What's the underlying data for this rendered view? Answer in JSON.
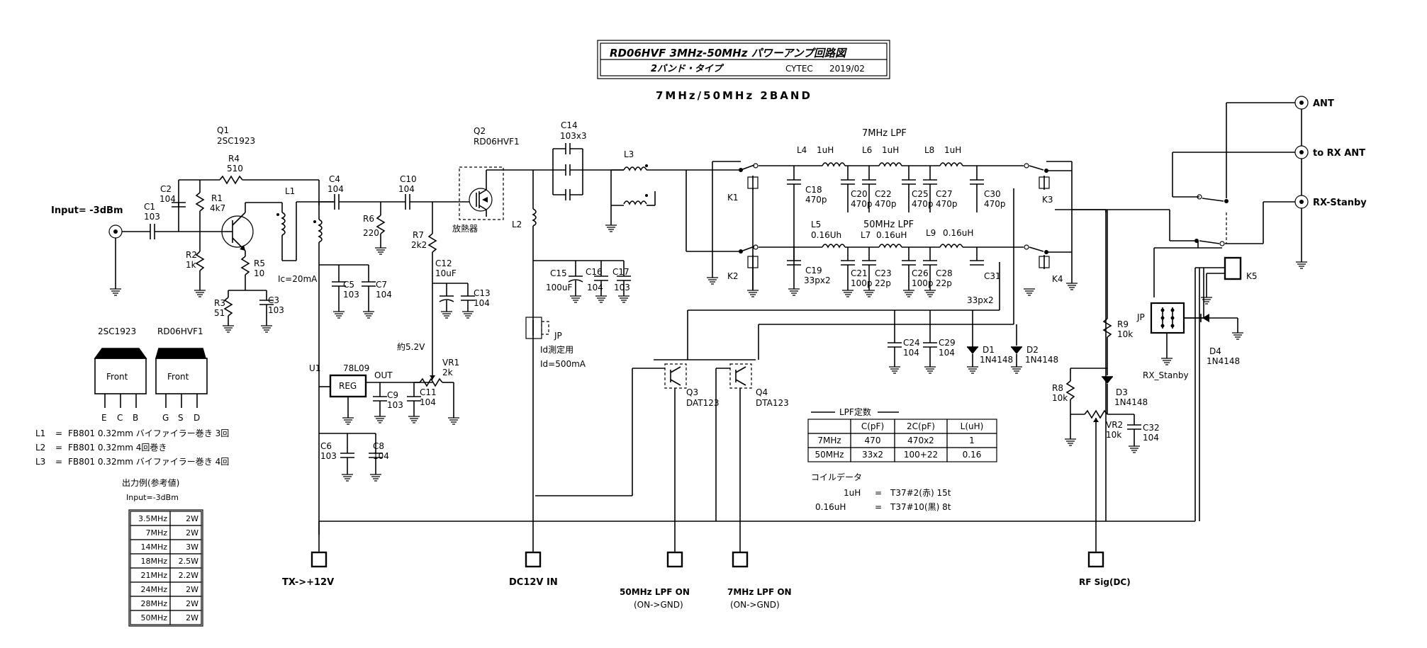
{
  "title_box": {
    "line1": "RD06HVF 3MHz-50MHz パワーアンプ回路図",
    "line2": "2バンド・タイプ",
    "author": "CYTEC",
    "date": "2019/02"
  },
  "subtitle": "7MHz/50MHz 2BAND",
  "input_label": "Input= -3dBm",
  "q1": {
    "ref": "Q1",
    "part": "2SC1923"
  },
  "q2": {
    "ref": "Q2",
    "part": "RD06HVF1",
    "heatsink": "放熱器"
  },
  "q3": {
    "ref": "Q3",
    "part": "DAT123"
  },
  "q4": {
    "ref": "Q4",
    "part": "DTA123"
  },
  "u1": {
    "ref": "U1",
    "part": "78L09",
    "body": "REG",
    "out": "OUT"
  },
  "vr1": {
    "ref": "VR1",
    "value": "2k",
    "volt": "約5.2V"
  },
  "vr2": {
    "ref": "VR2",
    "value": "10k"
  },
  "ic_note": "Ic=20mA",
  "jp_main": {
    "ref": "JP",
    "note1": "Id測定用",
    "note2": "Id=500mA"
  },
  "jp_rx": {
    "ref": "JP",
    "label": "RX_Stanby"
  },
  "resistors": {
    "R1": [
      "R1",
      "4k7"
    ],
    "R2": [
      "R2",
      "1k"
    ],
    "R3": [
      "R3",
      "51"
    ],
    "R4": [
      "R4",
      "510"
    ],
    "R5": [
      "R5",
      "10"
    ],
    "R6": [
      "R6",
      "220"
    ],
    "R7": [
      "R7",
      "2k2"
    ],
    "R8": [
      "R8",
      "10k"
    ],
    "R9": [
      "R9",
      "10k"
    ]
  },
  "caps": {
    "C1": [
      "C1",
      "103"
    ],
    "C2": [
      "C2",
      "104"
    ],
    "C3": [
      "C3",
      "103"
    ],
    "C4": [
      "C4",
      "104"
    ],
    "C5": [
      "C5",
      "103"
    ],
    "C6": [
      "C6",
      "103"
    ],
    "C7": [
      "C7",
      "104"
    ],
    "C8": [
      "C8",
      "104"
    ],
    "C9": [
      "C9",
      "103"
    ],
    "C10": [
      "C10",
      "104"
    ],
    "C11": [
      "C11",
      "104"
    ],
    "C12": [
      "C12",
      "10uF"
    ],
    "C13": [
      "C13",
      "104"
    ],
    "C14": [
      "C14",
      "103x3"
    ],
    "C15": [
      "C15",
      "100uF"
    ],
    "C16": [
      "C16",
      "104"
    ],
    "C17": [
      "C17",
      "103"
    ],
    "C18": [
      "C18",
      "470p"
    ],
    "C19": [
      "C19",
      "33px2"
    ],
    "C20": [
      "C20",
      "470p"
    ],
    "C21": [
      "C21",
      "100p"
    ],
    "C22": [
      "C22",
      "470p"
    ],
    "C23": [
      "C23",
      "22p"
    ],
    "C24": [
      "C24",
      "104"
    ],
    "C25": [
      "C25",
      "470p"
    ],
    "C26": [
      "C26",
      "100p"
    ],
    "C27": [
      "C27",
      "470p"
    ],
    "C28": [
      "C28",
      "22p"
    ],
    "C29": [
      "C29",
      "104"
    ],
    "C30": [
      "C30",
      "470p"
    ],
    "C31": [
      "C31",
      "33px2"
    ],
    "C32": [
      "C32",
      "104"
    ]
  },
  "coils": {
    "L1": "L1",
    "L2": "L2",
    "L3": "L3",
    "L4": [
      "L4",
      "1uH"
    ],
    "L5": [
      "L5",
      "0.16Uh"
    ],
    "L6": [
      "L6",
      "1uH"
    ],
    "L7": [
      "L7",
      "0.16uH"
    ],
    "L8": [
      "L8",
      "1uH"
    ],
    "L9": [
      "L9",
      "0.16uH"
    ]
  },
  "relays": {
    "K1": "K1",
    "K2": "K2",
    "K3": "K3",
    "K4": "K4",
    "K5": "K5"
  },
  "diodes": {
    "D1": [
      "D1",
      "1N4148"
    ],
    "D2": [
      "D2",
      "1N4148"
    ],
    "D3": [
      "D3",
      "1N4148"
    ],
    "D4": [
      "D4",
      "1N4148"
    ]
  },
  "lpf_titles": {
    "lpf7": "7MHz LPF",
    "lpf50": "50MHz LPF"
  },
  "connectors": {
    "ant": "ANT",
    "rx_ant": "to RX ANT",
    "rx_stanby": "RX-Stanby",
    "tx12": "TX->+12V",
    "dc12": "DC12V IN",
    "lpf50_on": "50MHz LPF ON",
    "lpf50_sub": "(ON->GND)",
    "lpf7_on": "7MHz LPF ON",
    "lpf7_sub": "(ON->GND)",
    "rfsig": "RF Sig(DC)"
  },
  "packages": {
    "p1_name": "2SC1923",
    "p1_front": "Front",
    "p1_pins": [
      "E",
      "C",
      "B"
    ],
    "p2_name": "RD06HVF1",
    "p2_front": "Front",
    "p2_pins": [
      "G",
      "S",
      "D"
    ]
  },
  "coil_notes": [
    {
      "name": "L1",
      "eq": "=",
      "spec": "FB801 0.32mm バイファイラー巻き 3回"
    },
    {
      "name": "L2",
      "eq": "=",
      "spec": "FB801 0.32mm 4回巻き"
    },
    {
      "name": "L3",
      "eq": "=",
      "spec": "FB801 0.32mm バイファイラー巻き 4回"
    }
  ],
  "output_table": {
    "title": "出力例(参考値)",
    "subtitle": "Input=-3dBm",
    "rows": [
      [
        "3.5MHz",
        "2W"
      ],
      [
        "7MHz",
        "2W"
      ],
      [
        "14MHz",
        "3W"
      ],
      [
        "18MHz",
        "2.5W"
      ],
      [
        "21MHz",
        "2.2W"
      ],
      [
        "24MHz",
        "2W"
      ],
      [
        "28MHz",
        "2W"
      ],
      [
        "50MHz",
        "2W"
      ]
    ]
  },
  "lpf_table": {
    "title": "LPF定数",
    "headers": [
      "",
      "C(pF)",
      "2C(pF)",
      "L(uH)"
    ],
    "rows": [
      [
        "7MHz",
        "470",
        "470x2",
        "1"
      ],
      [
        "50MHz",
        "33x2",
        "100+22",
        "0.16"
      ]
    ]
  },
  "coil_data": {
    "title": "コイルデータ",
    "lines": [
      {
        "l": "1uH",
        "eq": "=",
        "r": "T37#2(赤) 15t"
      },
      {
        "l": "0.16uH",
        "eq": "=",
        "r": "T37#10(黒) 8t"
      }
    ]
  }
}
